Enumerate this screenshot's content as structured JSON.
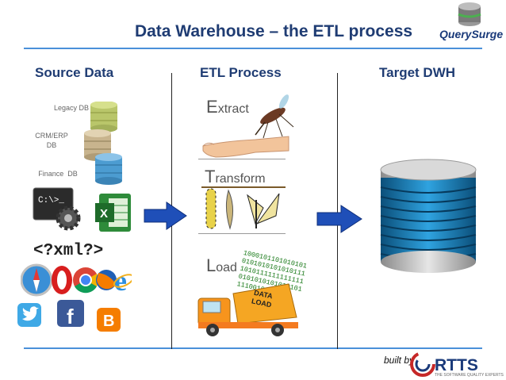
{
  "title": "Data Warehouse – the ETL process",
  "logos": {
    "querysurge": "QuerySurge",
    "builtby": "built by",
    "rtts": "RTTS",
    "rtts_tagline": "THE SOFTWARE QUALITY EXPERTS"
  },
  "columns": {
    "source": "Source Data",
    "etl": "ETL Process",
    "target": "Target DWH"
  },
  "source": {
    "databases": [
      "Legacy DB",
      "CRM/ERP\nDB",
      "Finance  DB"
    ],
    "xml": "<?xml?>",
    "icons": [
      "command-prompt-icon",
      "excel-icon",
      "safari-icon",
      "opera-icon",
      "chrome-icon",
      "firefox-icon",
      "ie-icon",
      "twitter-icon",
      "facebook-icon",
      "blogger-icon"
    ]
  },
  "etl": {
    "extract": {
      "initial": "E",
      "rest": "xtract"
    },
    "transform": {
      "initial": "T",
      "rest": "ransform"
    },
    "load": {
      "initial": "L",
      "rest": "oad"
    },
    "binary": [
      "1000101101010101",
      "0101010101010111",
      "1010111111111111",
      "0101010101010101",
      "1110010101011"
    ],
    "truck_label": [
      "DATA",
      "LOAD"
    ]
  },
  "colors": {
    "title": "#1f3c73",
    "line": "#4a90d9",
    "arrow": "#1f4fb8",
    "binary": "#1a7a1a",
    "truck": "#f7941d"
  }
}
